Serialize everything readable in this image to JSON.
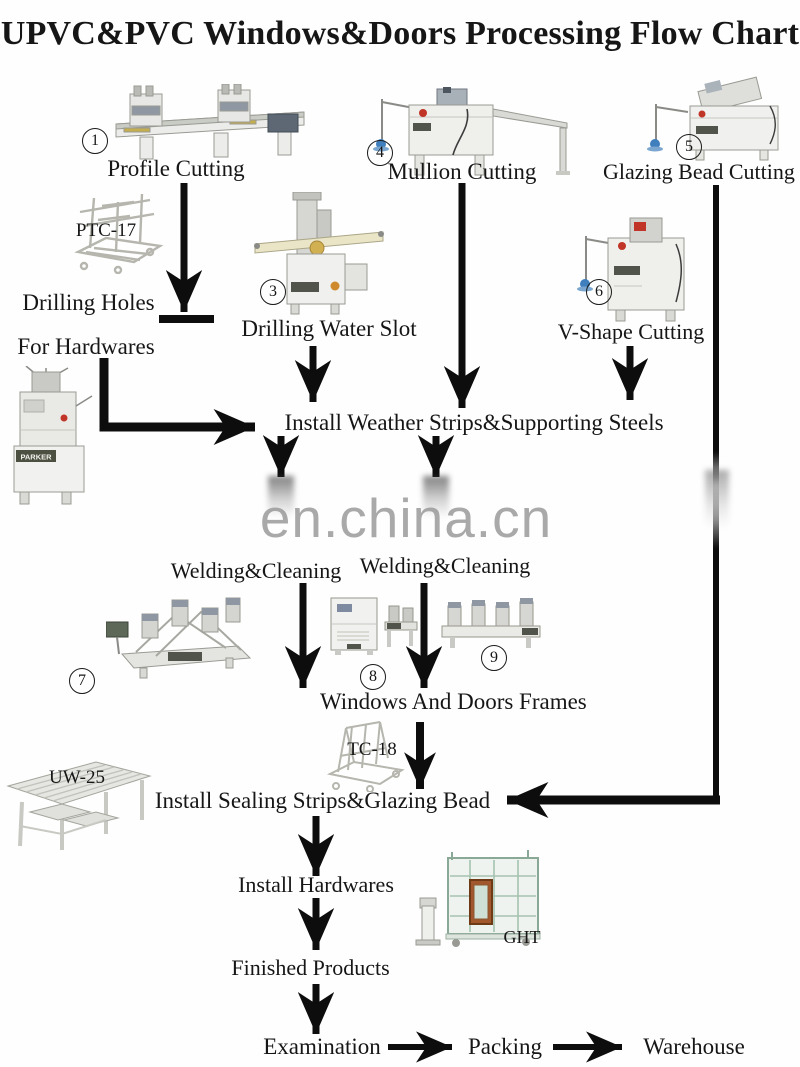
{
  "title": "UPVC&PVC Windows&Doors Processing Flow Chart",
  "watermark": "en.china.cn",
  "brand": "PARKER",
  "stations": {
    "profile_cutting": {
      "number": "1",
      "label": "Profile Cutting"
    },
    "mullion_cutting": {
      "number": "4",
      "label": "Mullion Cutting"
    },
    "glazing_bead_cutting": {
      "number": "5",
      "label": "Glazing Bead Cutting"
    },
    "storage_rack": {
      "model": "PTC-17"
    },
    "drilling_holes": {
      "line1": "Drilling Holes",
      "line2": "For Hardwares"
    },
    "drilling_water_slot": {
      "number": "3",
      "label": "Drilling Water Slot"
    },
    "v_shape_cutting": {
      "number": "6",
      "label": "V-Shape Cutting"
    },
    "install_weather_strips": {
      "label": "Install Weather Strips&Supporting Steels"
    },
    "welding_cleaning_left": {
      "label": "Welding&Cleaning"
    },
    "welding_cleaning_right": {
      "label": "Welding&Cleaning"
    },
    "corner_welder": {
      "number": "7"
    },
    "welder_cleaner": {
      "number": "8"
    },
    "multi_head_welder": {
      "number": "9"
    },
    "windows_doors_frames": {
      "label": "Windows And Doors Frames"
    },
    "transfer_rack": {
      "model": "TC-18"
    },
    "work_table": {
      "model": "UW-25"
    },
    "install_sealing": {
      "label": "Install  Sealing Strips&Glazing Bead"
    },
    "install_hardwares": {
      "label": "Install Hardwares"
    },
    "glass_rack": {
      "model": "GHT"
    },
    "finished_products": {
      "label": "Finished Products"
    },
    "examination": {
      "label": "Examination"
    },
    "packing": {
      "label": "Packing"
    },
    "warehouse": {
      "label": "Warehouse"
    }
  },
  "colors": {
    "arrow": "#0d0d0d",
    "text": "#161616",
    "watermark_gray": "#979797",
    "machine_fill": "#efefec",
    "machine_stroke": "#9a9a94",
    "accent_blue": "#3f7fbe",
    "accent_red": "#c03527",
    "glass_green": "#a5c2b0",
    "sash_brown": "#a2582c"
  }
}
